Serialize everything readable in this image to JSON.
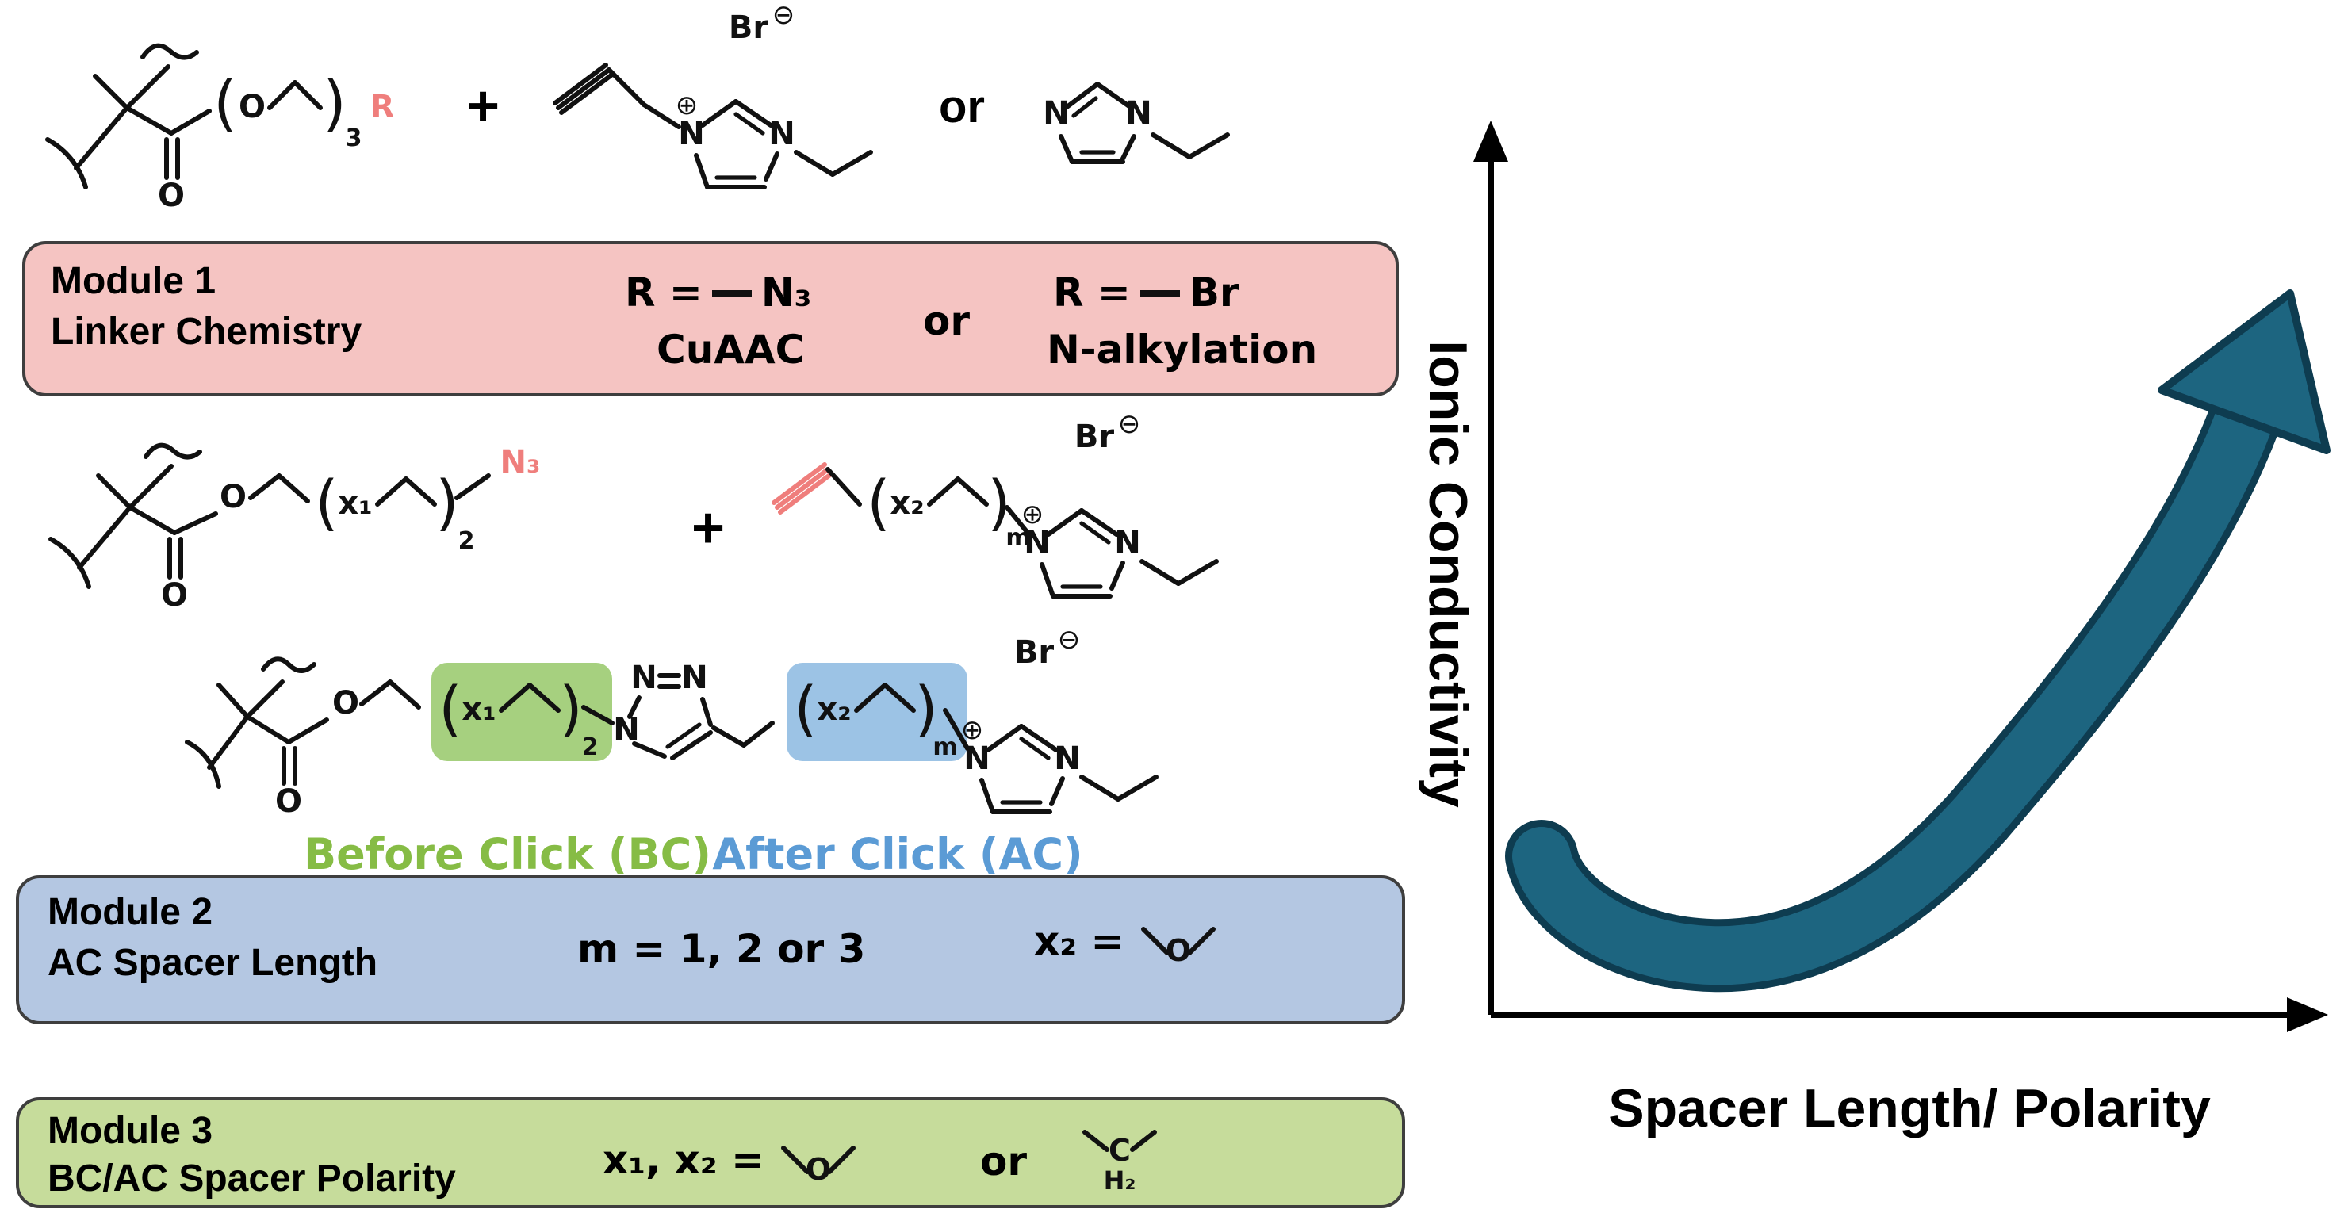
{
  "glyphs": {
    "O": "O",
    "N": "N",
    "C": "C",
    "H2": "H₂",
    "R": "R",
    "N3": "N₃",
    "Br": "Br",
    "x1": "x₁",
    "x2": "x₂",
    "sub2": "2",
    "sub3": "3",
    "subm": "m",
    "plus": "+",
    "or": "or",
    "oplus": "⊕",
    "ominus": "⊖",
    "lparen": "(",
    "rparen": ")"
  },
  "modules": {
    "module1": {
      "title": "Module 1",
      "subtitle": "Linker Chemistry",
      "option1_prefix": "R =",
      "option1_group": "N₃",
      "option1_method": "CuAAC",
      "or": "or",
      "option2_prefix": "R =",
      "option2_group": "Br",
      "option2_method": "N-alkylation"
    },
    "module2": {
      "title": "Module 2",
      "subtitle": "AC Spacer Length",
      "m_values": "m = 1, 2 or 3",
      "x2_prefix": "x₂ ="
    },
    "module3": {
      "title": "Module 3",
      "subtitle": "BC/AC Spacer Polarity",
      "x_prefix": "x₁, x₂ =",
      "or": "or"
    }
  },
  "annotations": {
    "before_click": "Before Click (BC)",
    "after_click": "After Click (AC)"
  },
  "plot": {
    "ylabel": "Ionic Conductivity",
    "xlabel": "Spacer Length/ Polarity",
    "trend": "increasing"
  },
  "colors": {
    "module1_fill": "#f5c4c2",
    "module2_fill": "#b4c7e2",
    "module3_fill": "#c6dc9b",
    "box_border": "#3e3e3e",
    "highlight_green": "#a6d07f",
    "highlight_blue": "#9cc3e5",
    "before_click_green": "#86bc45",
    "after_click_blue": "#5b9bd5",
    "accent_red": "#ef7e7c",
    "arrow_fill": "#1d6580",
    "arrow_outline": "#0e3c50",
    "axis_black": "#000000"
  }
}
